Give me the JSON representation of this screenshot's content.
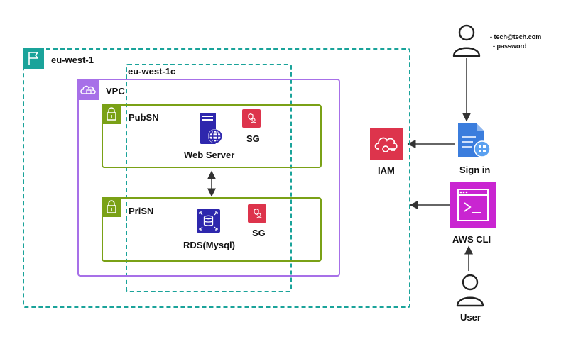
{
  "region": {
    "label": "eu-west-1"
  },
  "az": {
    "label": "eu-west-1c"
  },
  "vpc": {
    "label": "VPC"
  },
  "public_subnet": {
    "label": "PubSN"
  },
  "private_subnet": {
    "label": "PriSN"
  },
  "web_server": {
    "label": "Web Server"
  },
  "rds": {
    "label": "RDS(Mysql)"
  },
  "sg_public": {
    "label": "SG"
  },
  "sg_private": {
    "label": "SG"
  },
  "iam": {
    "label": "IAM"
  },
  "sign_in": {
    "label": "Sign in"
  },
  "aws_cli": {
    "label": "AWS CLI"
  },
  "user": {
    "label": "User"
  },
  "credentials": {
    "email": "- tech@tech.com",
    "password": "- password"
  },
  "colors": {
    "region": "#1aa39a",
    "vpc": "#a770e8",
    "subnet": "#7aa116",
    "security": "#dd344c",
    "compute": "#2e27ad",
    "database": "#2e27ad",
    "cli": "#c925d1",
    "signin": "#3b7ddd"
  }
}
